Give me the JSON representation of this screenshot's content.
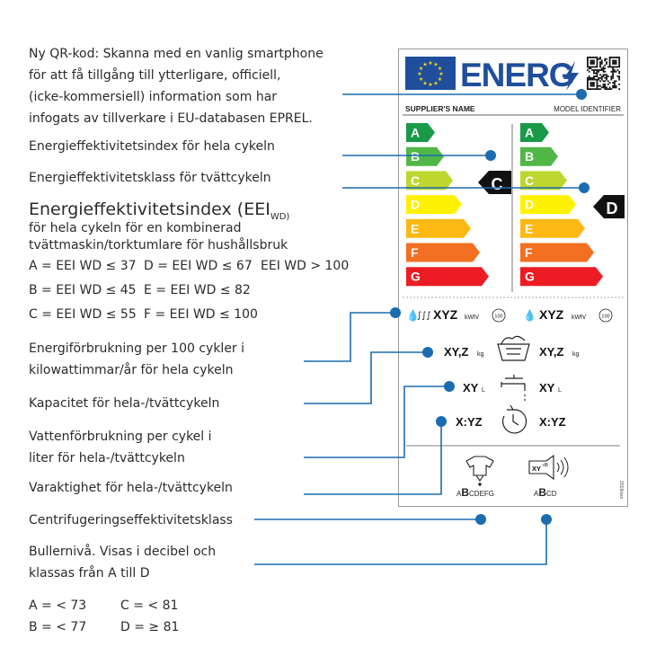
{
  "annotations": {
    "qr": "Ny QR-kod: Skanna med en vanlig smartphone för att få tillgång till ytterligare, officiell, (icke-kommersiell) information som har infogats av tillverkare i EU-databasen EPREL.",
    "qr_lines": [
      "Ny QR-kod: Skanna med en vanlig smartphone",
      "för att få tillgång till ytterligare, officiell,",
      "(icke-kommersiell)  information som har",
      "infogats av tillverkare i  EU-databasen EPREL."
    ],
    "eei_full": "Energieffektivitetsindex för hela cykeln",
    "eei_wash": "Energieffektivitetsklass för tvättcykeln",
    "eei_heading": "Energieffektivitetsindex (EEI",
    "eei_heading_sub": "WD)",
    "eei_desc_lines": [
      "för hela cykeln för en kombinerad",
      "tvättmaskin/torktumlare för hushållsbruk"
    ],
    "eei_scale": [
      [
        "A = EEI WD ≤ 37",
        "D = EEI WD ≤ 67",
        "EEI WD > 100"
      ],
      [
        "B = EEI WD ≤ 45",
        "E = EEI WD ≤ 82",
        ""
      ],
      [
        "C = EEI WD ≤ 55",
        "F = EEI WD ≤ 100",
        ""
      ]
    ],
    "energy_lines": [
      "Energiförbrukning per 100 cykler i",
      "kilowattimmar/år för hela cykeln"
    ],
    "capacity": "Kapacitet för hela-/tvättcykeln",
    "water_lines": [
      "Vattenförbrukning per cykel i",
      "liter för hela-/tvättcykeln"
    ],
    "duration": "Varaktighet för hela-/tvättcykeln",
    "spin": "Centrifugeringseffektivitetsklass",
    "noise_lines": [
      "Bullernivå. Visas i decibel och",
      "klassas från A till D"
    ],
    "noise_scale": [
      [
        "A = < 73",
        "C = < 81"
      ],
      [
        "B = < 77",
        "D = ≥ 81"
      ]
    ]
  },
  "label": {
    "title": "ENERG",
    "supplier": "SUPPLIER'S NAME",
    "model": "MODEL IDENTIFIER",
    "classes": [
      "A",
      "B",
      "C",
      "D",
      "E",
      "F",
      "G"
    ],
    "class_colors": [
      "#1a9a48",
      "#51b747",
      "#bed630",
      "#fff200",
      "#fdb814",
      "#f36f21",
      "#ed1c24"
    ],
    "left_rating": "C",
    "right_rating": "D",
    "energy_value": "XYZ",
    "energy_unit": "kWh/",
    "energy_cycles": "100",
    "capacity_left": "XY,Z",
    "capacity_right": "XY,Z",
    "capacity_unit": "kg",
    "water_left": "XY",
    "water_right": "XY",
    "water_unit": "L",
    "duration_left": "X:YZ",
    "duration_right": "X:YZ",
    "spin_scale_pre": "A",
    "spin_scale_sel": "B",
    "spin_scale_post": "CDEFG",
    "noise_scale_pre": "A",
    "noise_scale_sel": "B",
    "noise_scale_post": "CD",
    "noise_icon_text": "XY",
    "noise_icon_unit": "dB",
    "regulation": "2019/xxx"
  },
  "colors": {
    "leader": "#1b6cb0",
    "eu_blue": "#1f4e9c",
    "eu_star": "#ffde00"
  }
}
